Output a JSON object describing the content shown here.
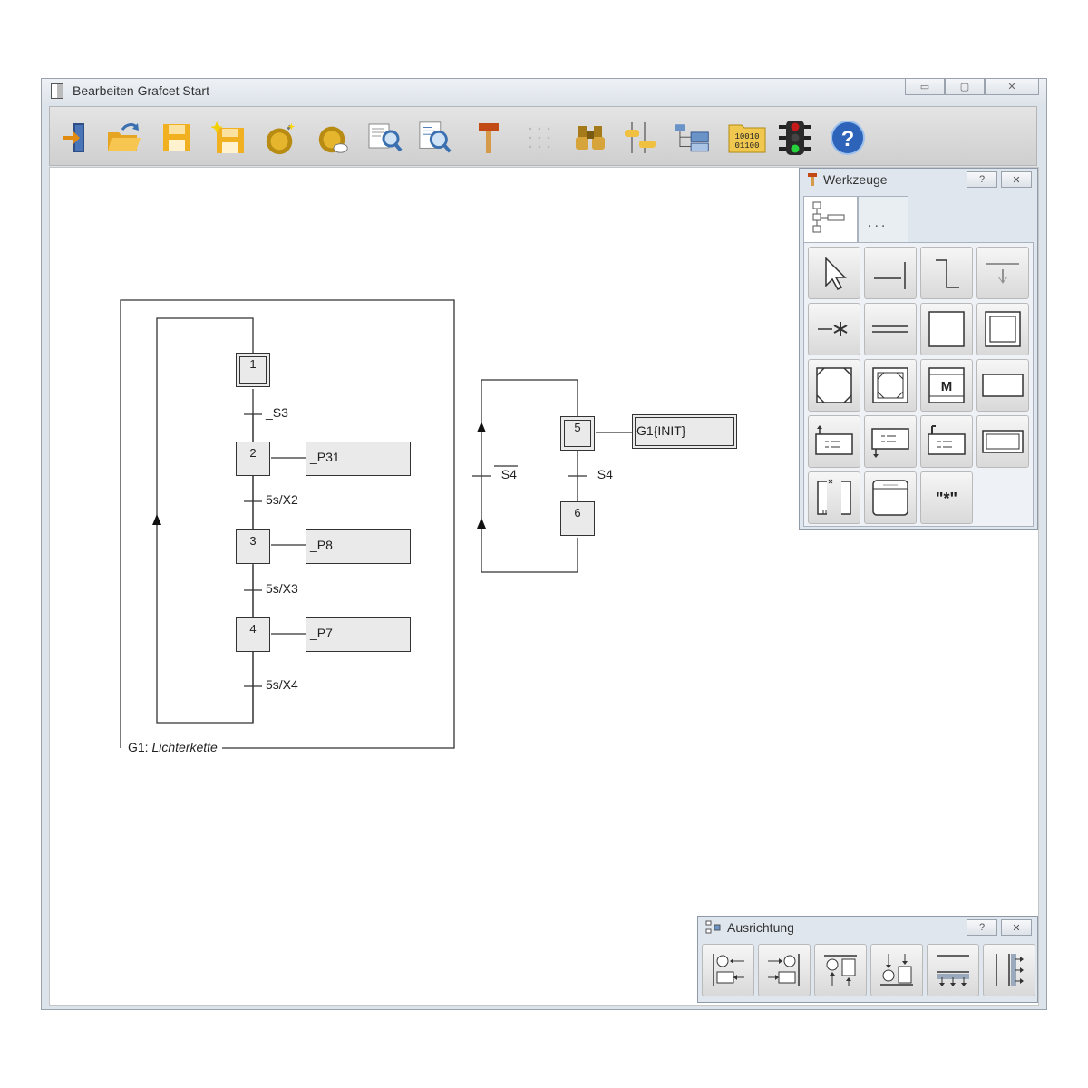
{
  "window": {
    "title": "Bearbeiten Grafcet Start",
    "controls": {
      "minimize": "▭",
      "maximize": "▢",
      "close": "✕"
    }
  },
  "toolbar": {
    "buttons": [
      "exit-icon",
      "open-icon",
      "save-icon",
      "new-icon",
      "new-bomb-icon",
      "load-icon",
      "search-icon",
      "zoom-icon",
      "hammer-icon",
      "grid-icon",
      "binoculars-icon",
      "variables-icon",
      "structure-icon",
      "binary-icon",
      "traffic-light-icon",
      "help-icon"
    ],
    "binary_top": "10010",
    "binary_bottom": "01100",
    "help_label": "?"
  },
  "diagram": {
    "group_label_prefix": "G1:",
    "group_label_name": "Lichterkette",
    "steps": [
      "1",
      "2",
      "3",
      "4",
      "5",
      "6"
    ],
    "transitions": [
      "_S3",
      "5s/X2",
      "5s/X3",
      "5s/X4",
      "_S4",
      "_S4"
    ],
    "actions": [
      "_P31",
      "_P8",
      "_P7",
      "G1{INIT}"
    ]
  },
  "werkzeuge": {
    "title": "Werkzeuge",
    "help": "?",
    "close": "✕",
    "tab_more": "...",
    "m_label": "M",
    "quote_label": "\"*\"",
    "tools": [
      "pointer-icon",
      "transition-icon",
      "jump-icon",
      "sink-icon",
      "source-icon",
      "parallel-icon",
      "step-icon",
      "init-step-icon",
      "macro-step-icon",
      "macro-init-icon",
      "macro-m-icon",
      "action-icon",
      "action-in-icon",
      "action-out-icon",
      "action-event-icon",
      "action-double-icon",
      "partial-grafcet-icon",
      "enclosing-step-icon",
      "comment-icon"
    ]
  },
  "ausrichtung": {
    "title": "Ausrichtung",
    "help": "?",
    "close": "✕",
    "buttons": [
      "align-left-icon",
      "align-right-icon",
      "align-top-icon",
      "align-bottom-icon",
      "distribute-vertical-icon",
      "distribute-horizontal-icon"
    ]
  }
}
